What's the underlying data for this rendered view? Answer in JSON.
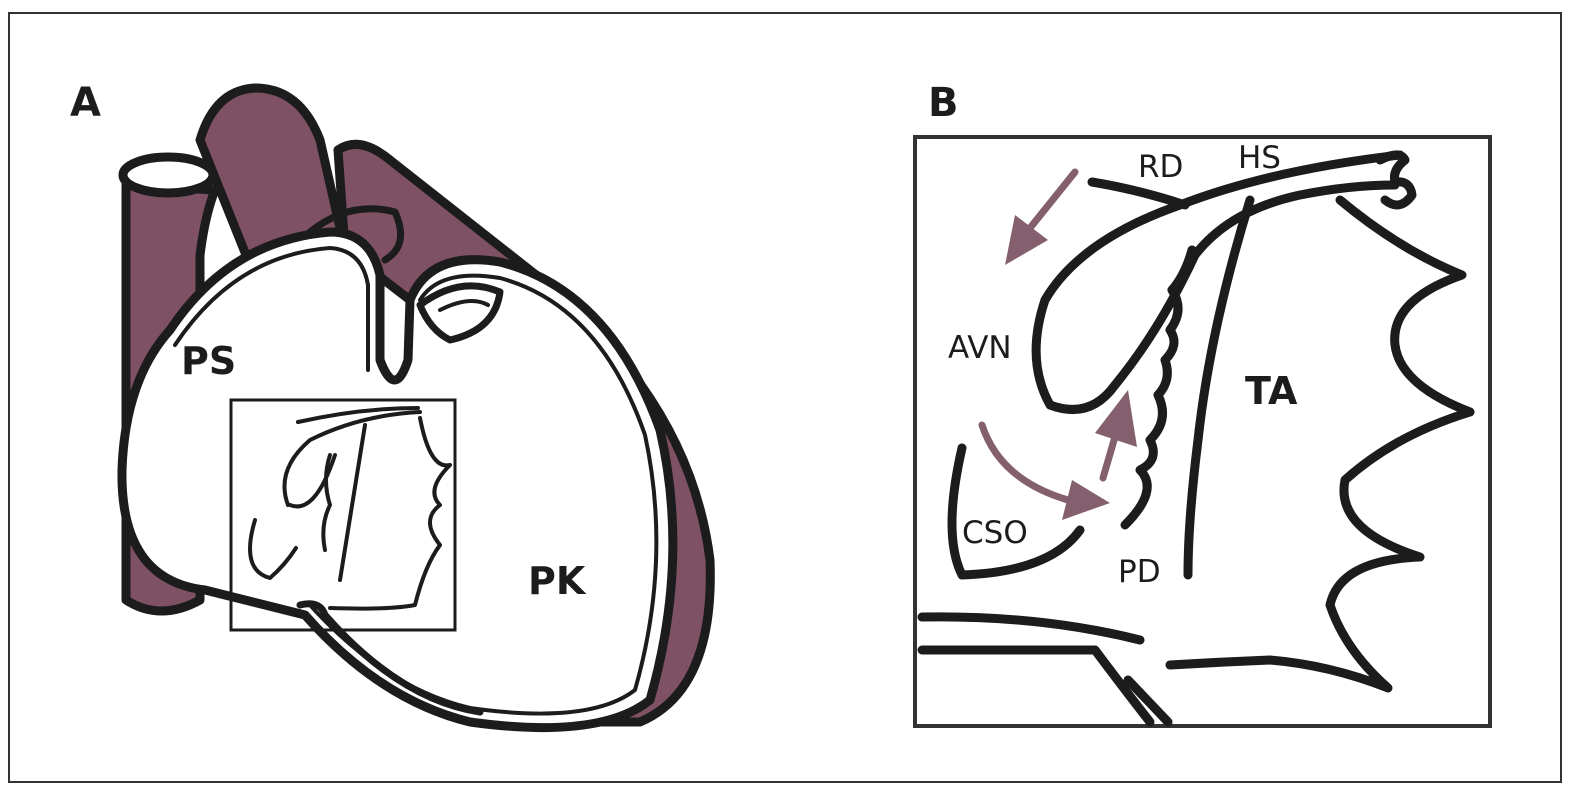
{
  "colors": {
    "vessel_fill": "#7f5164",
    "arrow": "#84606f",
    "outline": "#1c1c1c"
  },
  "panel_a": {
    "label": "A",
    "right_atrium_label": "PS",
    "right_ventricle_label": "PK"
  },
  "panel_b": {
    "label": "B",
    "labels": {
      "rd": "RD",
      "hs": "HS",
      "avn": "AVN",
      "ta": "TA",
      "cso": "CSO",
      "pd": "PD"
    }
  }
}
